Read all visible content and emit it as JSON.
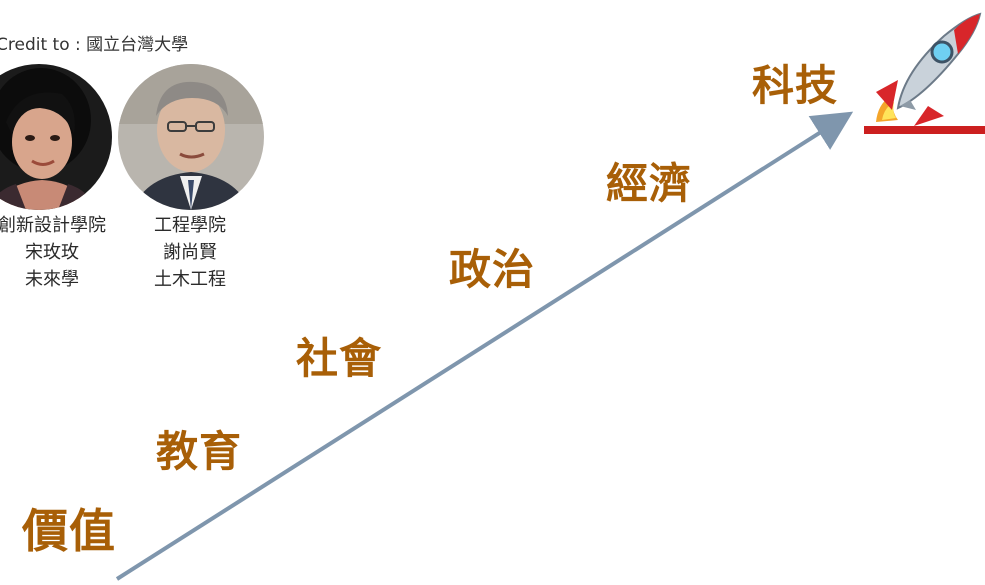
{
  "credit": "Credit to : 國立台灣大學",
  "people": [
    {
      "lines": [
        "創新設計學院",
        "宋玫玫",
        "未來學"
      ]
    },
    {
      "lines": [
        "工程學院",
        "謝尚賢",
        "土木工程"
      ]
    }
  ],
  "stages": {
    "value": "價值",
    "education": "教育",
    "society": "社會",
    "politics": "政治",
    "economy": "經濟",
    "technology": "科技"
  },
  "colors": {
    "stage_text": "#a85f07",
    "arrow": "#7f96ad",
    "rocket_base": "#cc1f1f"
  },
  "icons": {
    "rocket": "rocket-icon"
  }
}
